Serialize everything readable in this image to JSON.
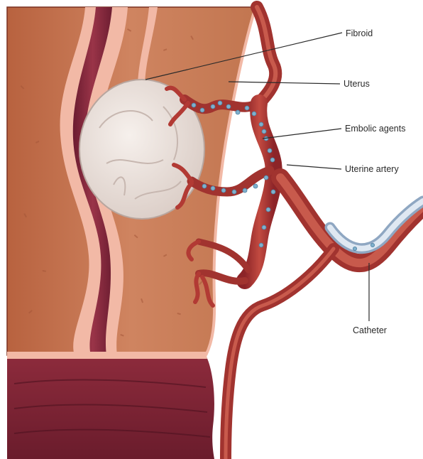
{
  "labels": {
    "fibroid": "Fibroid",
    "uterus": "Uterus",
    "embolic_agents": "Embolic agents",
    "uterine_artery": "Uterine artery",
    "catheter": "Catheter"
  },
  "colors": {
    "myometrium": "#c97a55",
    "endometrium_lining": "#f2b9a6",
    "cavity": "#7c2438",
    "artery": "#b23a34",
    "artery_dark": "#8a2326",
    "fibroid": "#ece4e0",
    "catheter": "#c9d6e6",
    "embolic_particle": "#7fb0cc"
  },
  "icons": {
    "fibroid": "fibroid-mass",
    "particles": "embolic-particle-dots",
    "catheter": "catheter-tube"
  }
}
